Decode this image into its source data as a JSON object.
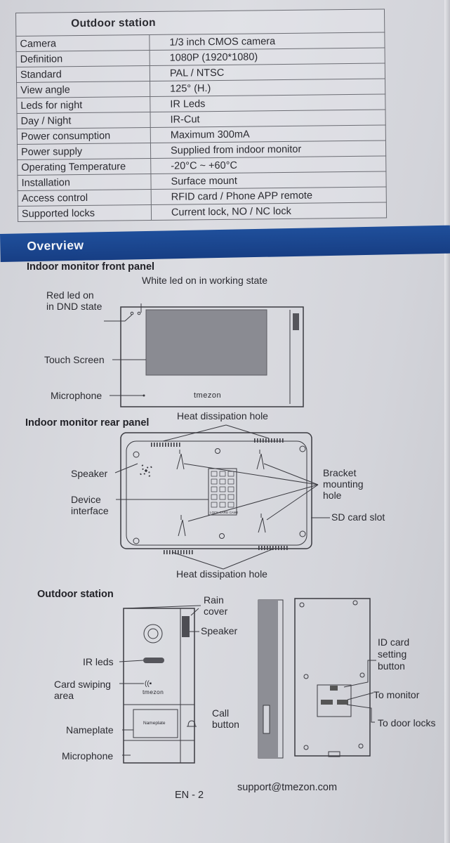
{
  "spec_table": {
    "title": "Outdoor station",
    "rows": [
      {
        "label": "Camera",
        "value": "1/3 inch CMOS camera"
      },
      {
        "label": "Definition",
        "value": "1080P (1920*1080)"
      },
      {
        "label": "Standard",
        "value": "PAL / NTSC"
      },
      {
        "label": "View angle",
        "value": "125° (H.)"
      },
      {
        "label": "Leds for night",
        "value": "IR Leds"
      },
      {
        "label": "Day / Night",
        "value": "IR-Cut"
      },
      {
        "label": "Power consumption",
        "value": "Maximum 300mA"
      },
      {
        "label": "Power supply",
        "value": "Supplied from indoor monitor"
      },
      {
        "label": "Operating Temperature",
        "value": "-20°C ~ +60°C"
      },
      {
        "label": "Installation",
        "value": "Surface mount"
      },
      {
        "label": "Access control",
        "value": "RFID card / Phone APP remote"
      },
      {
        "label": "Supported locks",
        "value": "Current lock, NO / NC lock"
      }
    ]
  },
  "overview": {
    "title": "Overview",
    "front_panel": {
      "title": "Indoor monitor front panel",
      "red_led": "Red led on\nin DND state",
      "white_led": "White led on in working state",
      "touch_screen": "Touch Screen",
      "microphone": "Microphone",
      "brand": "tmezon"
    },
    "rear_panel": {
      "title": "Indoor monitor rear panel",
      "heat_top": "Heat dissipation hole",
      "speaker": "Speaker",
      "device_interface": "Device\ninterface",
      "bracket": "Bracket\nmounting\nhole",
      "sd_card": "SD card slot",
      "heat_bottom": "Heat dissipation hole",
      "port_labels": [
        "LOCK",
        "CARD",
        "CAM2"
      ]
    },
    "outdoor_station": {
      "title": "Outdoor station",
      "rain_cover": "Rain\ncover",
      "speaker": "Speaker",
      "ir_leds": "IR leds",
      "card_area": "Card swiping\narea",
      "nameplate": "Nameplate",
      "nameplate_text": "Nameplate",
      "microphone": "Microphone",
      "call_button": "Call\nbutton",
      "id_card_button": "ID card\nsetting\nbutton",
      "to_monitor": "To monitor",
      "to_door_locks": "To door locks",
      "brand": "tmezon"
    }
  },
  "footer": {
    "page": "EN - 2",
    "email": "support@tmezon.com"
  },
  "colors": {
    "banner": "#1d4b96",
    "paper": "#d6d7dd",
    "ink": "#2a2a30"
  }
}
